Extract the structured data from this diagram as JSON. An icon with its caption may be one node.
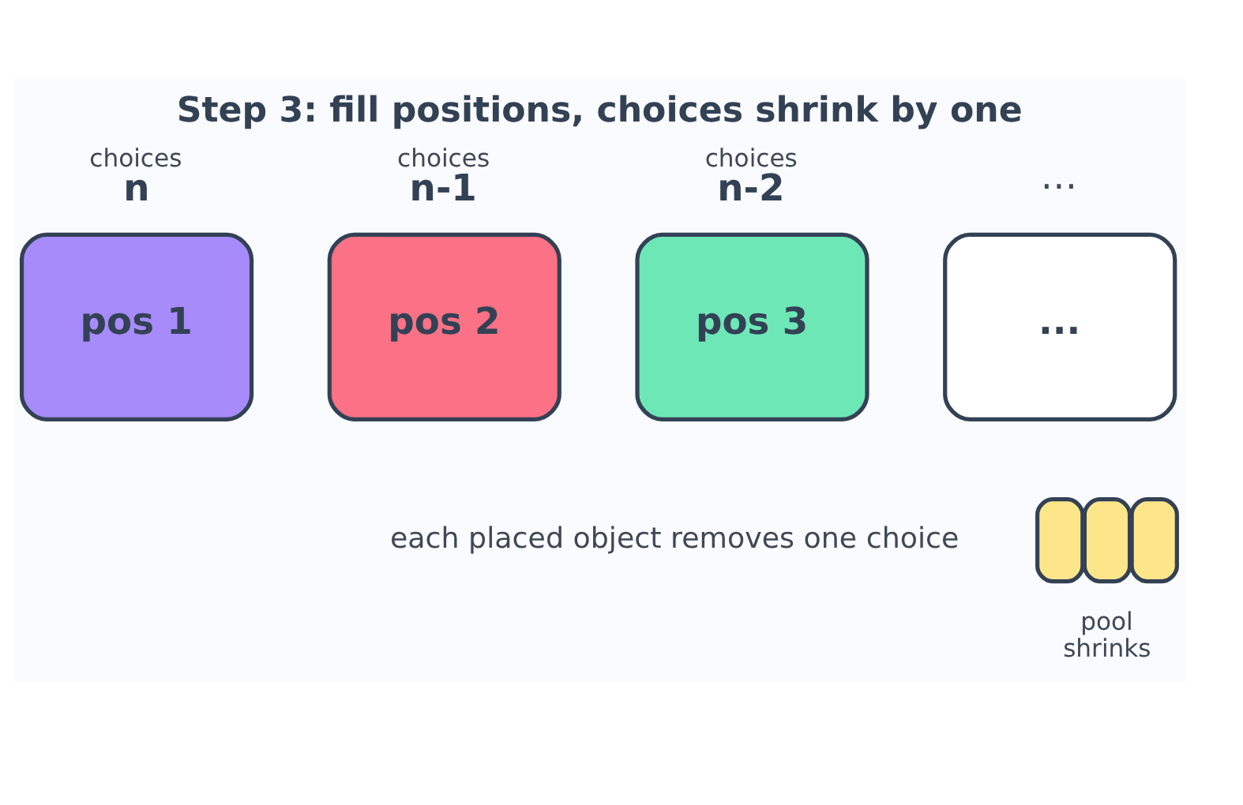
{
  "diagram": {
    "title": "Step 3: fill positions, choices shrink by one",
    "nodes": [
      {
        "text": [
          "pos 1"
        ],
        "beside": [
          "choices",
          "n"
        ]
      },
      {
        "text": [
          "pos 2"
        ],
        "beside": [
          "choices",
          "n-1"
        ]
      },
      {
        "text": [
          "pos 3"
        ],
        "beside": [
          "choices",
          "n-2"
        ]
      },
      {
        "text": [
          "..."
        ],
        "beside": [
          "…"
        ]
      },
      {
        "text": [],
        "shape": "box"
      },
      {
        "text": [],
        "shape": "box"
      },
      {
        "text": [],
        "shape": "box"
      }
    ],
    "labels": [
      "each placed object removes one choice",
      "pool shrinks"
    ]
  }
}
